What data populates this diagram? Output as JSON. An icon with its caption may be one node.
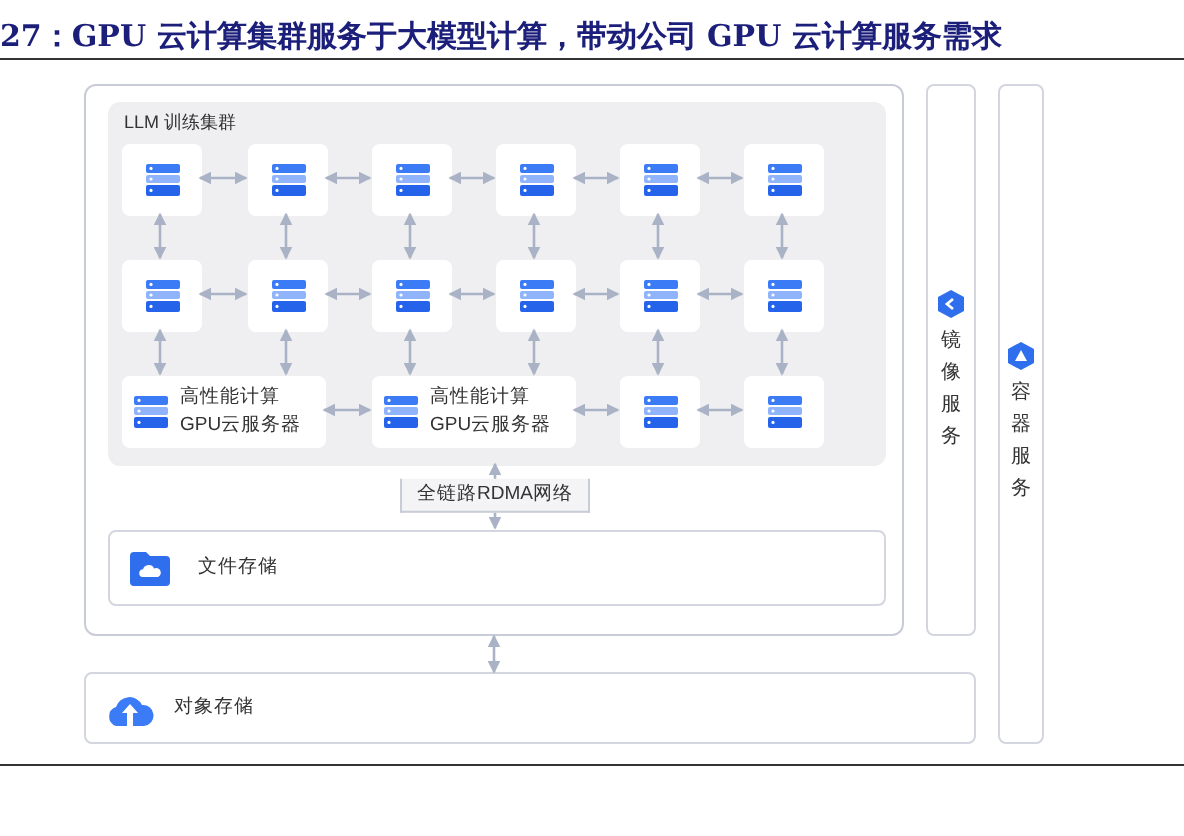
{
  "diagram": {
    "title": "27：GPU 云计算集群服务于大模型计算，带动公司 GPU 云计算服务需求",
    "nodes": [
      {
        "text": [],
        "shape": "box"
      },
      {
        "text": [
          "LLM 训练集群"
        ],
        "in": 0
      },
      {
        "text": [],
        "shape": "box",
        "in": 1
      },
      {
        "text": [],
        "shape": "box",
        "in": 1
      },
      {
        "text": [],
        "shape": "box",
        "in": 1
      },
      {
        "text": [],
        "shape": "box",
        "in": 1
      },
      {
        "text": [],
        "shape": "box",
        "in": 1
      },
      {
        "text": [],
        "shape": "box",
        "in": 1
      },
      {
        "text": [],
        "shape": "box",
        "in": 1
      },
      {
        "text": [],
        "shape": "box",
        "in": 1
      },
      {
        "text": [],
        "shape": "box",
        "in": 1
      },
      {
        "text": [],
        "shape": "box",
        "in": 1
      },
      {
        "text": [],
        "shape": "box",
        "in": 1
      },
      {
        "text": [],
        "shape": "box",
        "in": 1
      },
      {
        "text": [
          "高性能计算 GPU云服务器"
        ],
        "in": 1
      },
      {
        "text": [
          "高性能计算 GPU云服务器"
        ],
        "in": 1
      },
      {
        "text": [],
        "shape": "box",
        "in": 1
      },
      {
        "text": [],
        "shape": "box",
        "in": 1
      },
      {
        "text": [
          "文件存储"
        ],
        "in": 0
      },
      {
        "text": [
          "镜像服务"
        ]
      },
      {
        "text": [
          "容器服务"
        ]
      },
      {
        "text": [
          "对象存储"
        ]
      }
    ],
    "edges": [
      {
        "from": 2,
        "to": 3,
        "arrow": "both"
      },
      {
        "from": 3,
        "to": 4,
        "arrow": "both"
      },
      {
        "from": 4,
        "to": 5,
        "arrow": "both"
      },
      {
        "from": 5,
        "to": 6,
        "arrow": "both"
      },
      {
        "from": 6,
        "to": 7,
        "arrow": "both"
      },
      {
        "from": 8,
        "to": 9,
        "arrow": "both"
      },
      {
        "from": 9,
        "to": 10,
        "arrow": "both"
      },
      {
        "from": 10,
        "to": 11,
        "arrow": "both"
      },
      {
        "from": 11,
        "to": 12,
        "arrow": "both"
      },
      {
        "from": 12,
        "to": 13,
        "arrow": "both"
      },
      {
        "from": 14,
        "to": 15,
        "arrow": "both"
      },
      {
        "from": 15,
        "to": 16,
        "arrow": "both"
      },
      {
        "from": 16,
        "to": 17,
        "arrow": "both"
      },
      {
        "from": 2,
        "to": 8,
        "arrow": "both"
      },
      {
        "from": 3,
        "to": 9,
        "arrow": "both"
      },
      {
        "from": 4,
        "to": 10,
        "arrow": "both"
      },
      {
        "from": 5,
        "to": 11,
        "arrow": "both"
      },
      {
        "from": 6,
        "to": 12,
        "arrow": "both"
      },
      {
        "from": 7,
        "to": 13,
        "arrow": "both"
      },
      {
        "from": 8,
        "to": 14,
        "arrow": "both"
      },
      {
        "from": 9,
        "to": 14,
        "arrow": "both"
      },
      {
        "from": 10,
        "to": 15,
        "arrow": "both"
      },
      {
        "from": 11,
        "to": 15,
        "arrow": "both"
      },
      {
        "from": 12,
        "to": 16,
        "arrow": "both"
      },
      {
        "from": 13,
        "to": 17,
        "arrow": "both"
      },
      {
        "from": 1,
        "to": 18,
        "arrow": "both",
        "label": "全链路RDMA网络"
      },
      {
        "from": 0,
        "to": 21,
        "arrow": "both"
      }
    ]
  }
}
